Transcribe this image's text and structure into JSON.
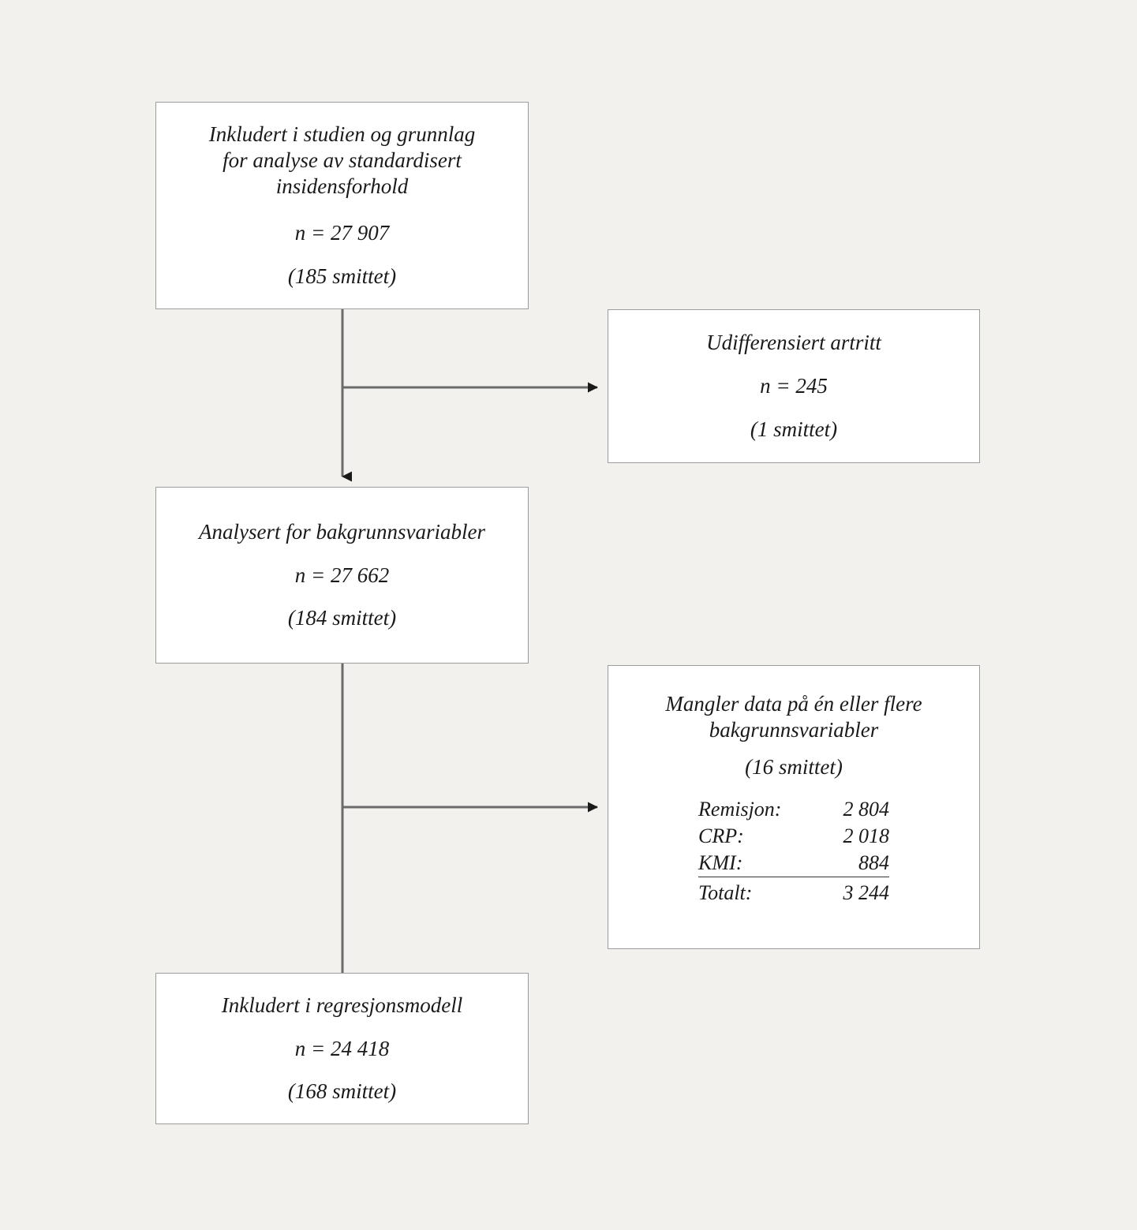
{
  "diagram": {
    "type": "flowchart",
    "language": "Norwegian",
    "background_color": "#f2f1ee",
    "node_fill": "#ffffff",
    "node_border_color": "#9c9c9c",
    "connector_color": "#6b6b6b",
    "arrowhead_color": "#1a1a1a"
  },
  "nodes": {
    "included": {
      "title_line1": "Inkludert i studien og grunnlag",
      "title_line2": "for analyse av standardisert",
      "title_line3": "insidensforhold",
      "n_label": "n = 27 907",
      "infected_label": "(185 smittet)"
    },
    "undifferentiated": {
      "title_line1": "Udifferensiert artritt",
      "n_label": "n = 245",
      "infected_label": "(1 smittet)"
    },
    "analysed": {
      "title_line1": "Analysert for bakgrunnsvariabler",
      "n_label": "n = 27 662",
      "infected_label": "(184 smittet)"
    },
    "missing": {
      "title_line1": "Mangler data på én eller flere",
      "title_line2": "bakgrunnsvariabler",
      "infected_label": "(16 smittet)",
      "rows": [
        {
          "label": "Remisjon:",
          "value": "2 804"
        },
        {
          "label": "CRP:",
          "value": "2 018"
        },
        {
          "label": "KMI:",
          "value": "884"
        }
      ],
      "total": {
        "label": "Totalt:",
        "value": "3 244"
      }
    },
    "regression": {
      "title_line1": "Inkludert i regresjonsmodell",
      "n_label": "n = 24 418",
      "infected_label": "(168 smittet)"
    }
  }
}
